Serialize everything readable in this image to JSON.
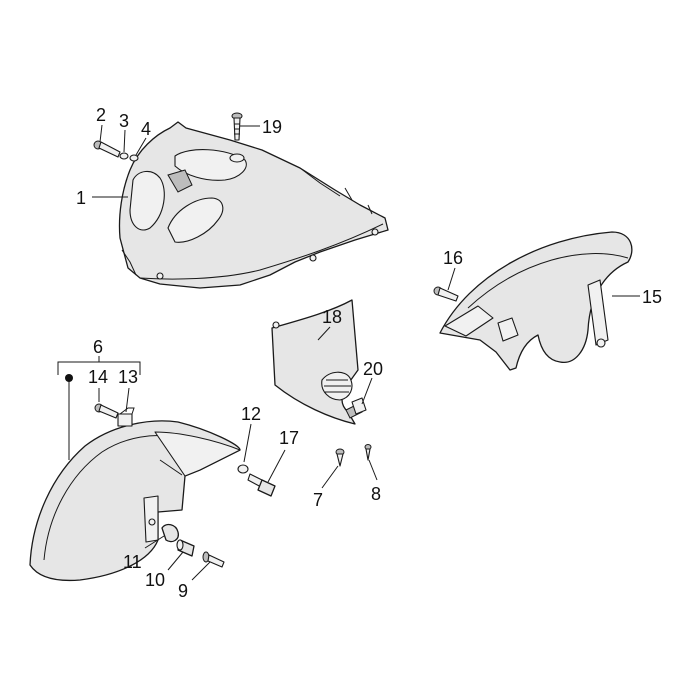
{
  "diagram": {
    "callouts": {
      "c1": "1",
      "c2": "2",
      "c3": "3",
      "c4": "4",
      "c6": "6",
      "c7": "7",
      "c8": "8",
      "c9": "9",
      "c10": "10",
      "c11": "11",
      "c12": "12",
      "c13": "13",
      "c14": "14",
      "c15": "15",
      "c16": "16",
      "c17": "17",
      "c18": "18",
      "c19": "19",
      "c20": "20"
    },
    "colors": {
      "part_fill": "#e6e6e6",
      "line": "#1a1a1a",
      "background": "#ffffff"
    }
  }
}
